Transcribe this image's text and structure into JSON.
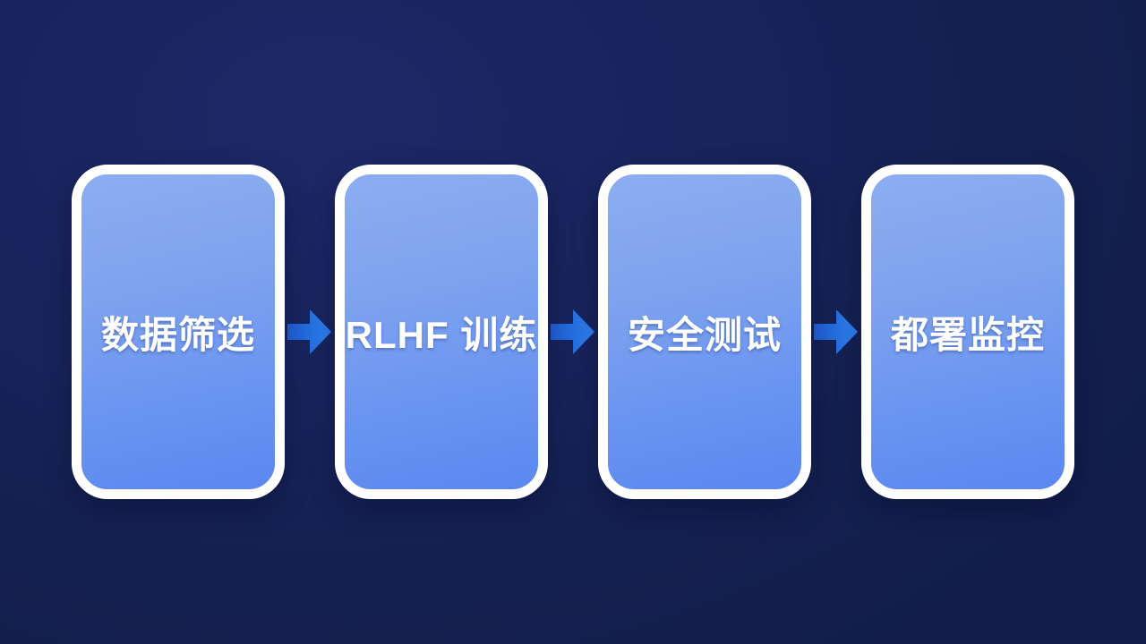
{
  "flow": {
    "steps": [
      {
        "label": "数据筛选"
      },
      {
        "label": "RLHF 训练"
      },
      {
        "label": "安全测试"
      },
      {
        "label": "都署监控"
      }
    ],
    "connector_icon": "arrow-right"
  },
  "colors": {
    "background_top": "#1d2868",
    "background_bottom": "#121d49",
    "box_fill_top": "#8cadf0",
    "box_fill_bottom": "#5b88f0",
    "box_border": "#ffffff",
    "label_text": "#ffffff",
    "arrow_start": "#1b55c2",
    "arrow_end": "#2f85f7"
  }
}
